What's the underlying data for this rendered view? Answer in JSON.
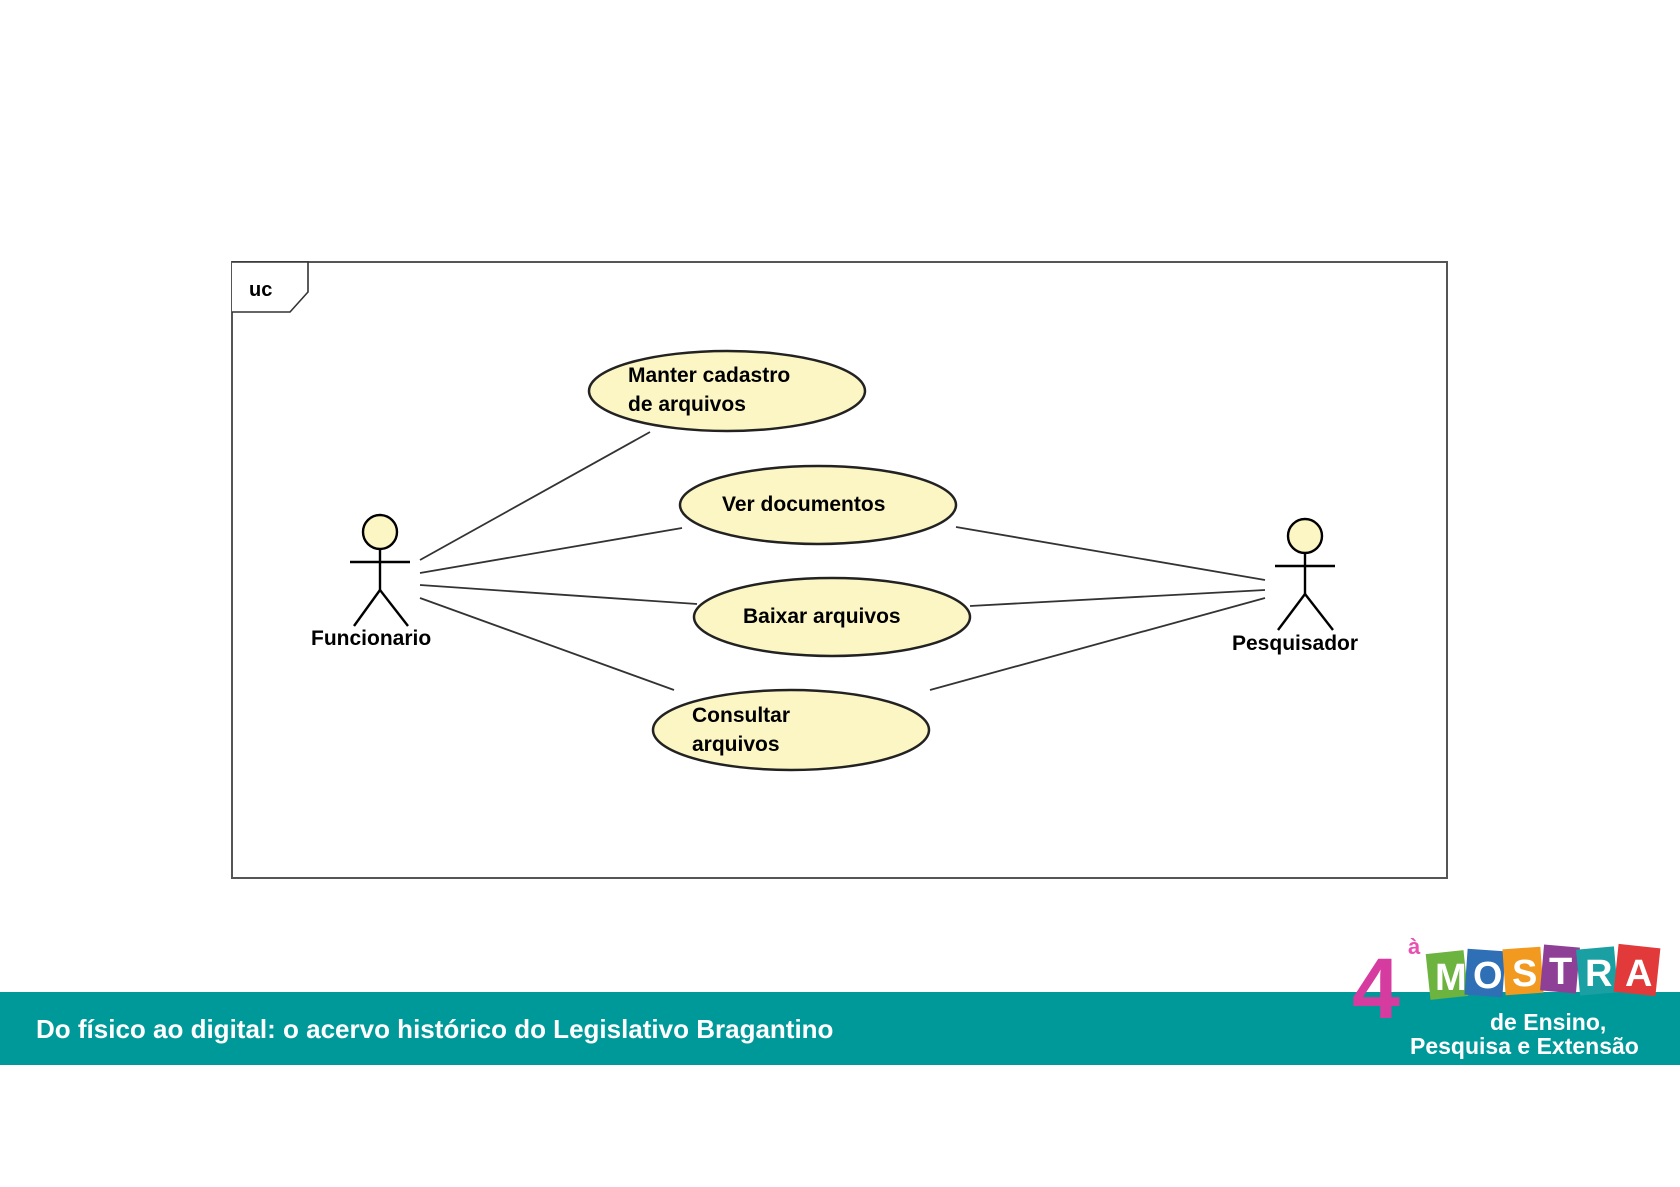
{
  "diagram": {
    "frame_tag": "uc",
    "actors": {
      "left": {
        "name": "Funcionario"
      },
      "right": {
        "name": "Pesquisador"
      }
    },
    "use_cases": [
      {
        "lines": [
          "Manter cadastro",
          "de arquivos"
        ]
      },
      {
        "lines": [
          "Ver documentos"
        ]
      },
      {
        "lines": [
          "Baixar arquivos"
        ]
      },
      {
        "lines": [
          "Consultar",
          "arquivos"
        ]
      }
    ],
    "colors": {
      "use_case_fill": "#fbf6c4",
      "actor_head_fill": "#fbf6c4",
      "line": "#000000"
    }
  },
  "footer": {
    "title": "Do físico ao digital: o acervo histórico do Legislativo Bragantino",
    "bar_color": "#00999a"
  },
  "logo": {
    "number": "4",
    "superscript": "à",
    "letters": [
      "M",
      "O",
      "S",
      "T",
      "R",
      "A"
    ],
    "letter_colors": [
      "#6cb33f",
      "#2f6fb5",
      "#f29a1f",
      "#8e3f96",
      "#1aa0a3",
      "#e23a3a"
    ],
    "subtitle_line1": "de Ensino,",
    "subtitle_line2": "Pesquisa e Extensão"
  }
}
